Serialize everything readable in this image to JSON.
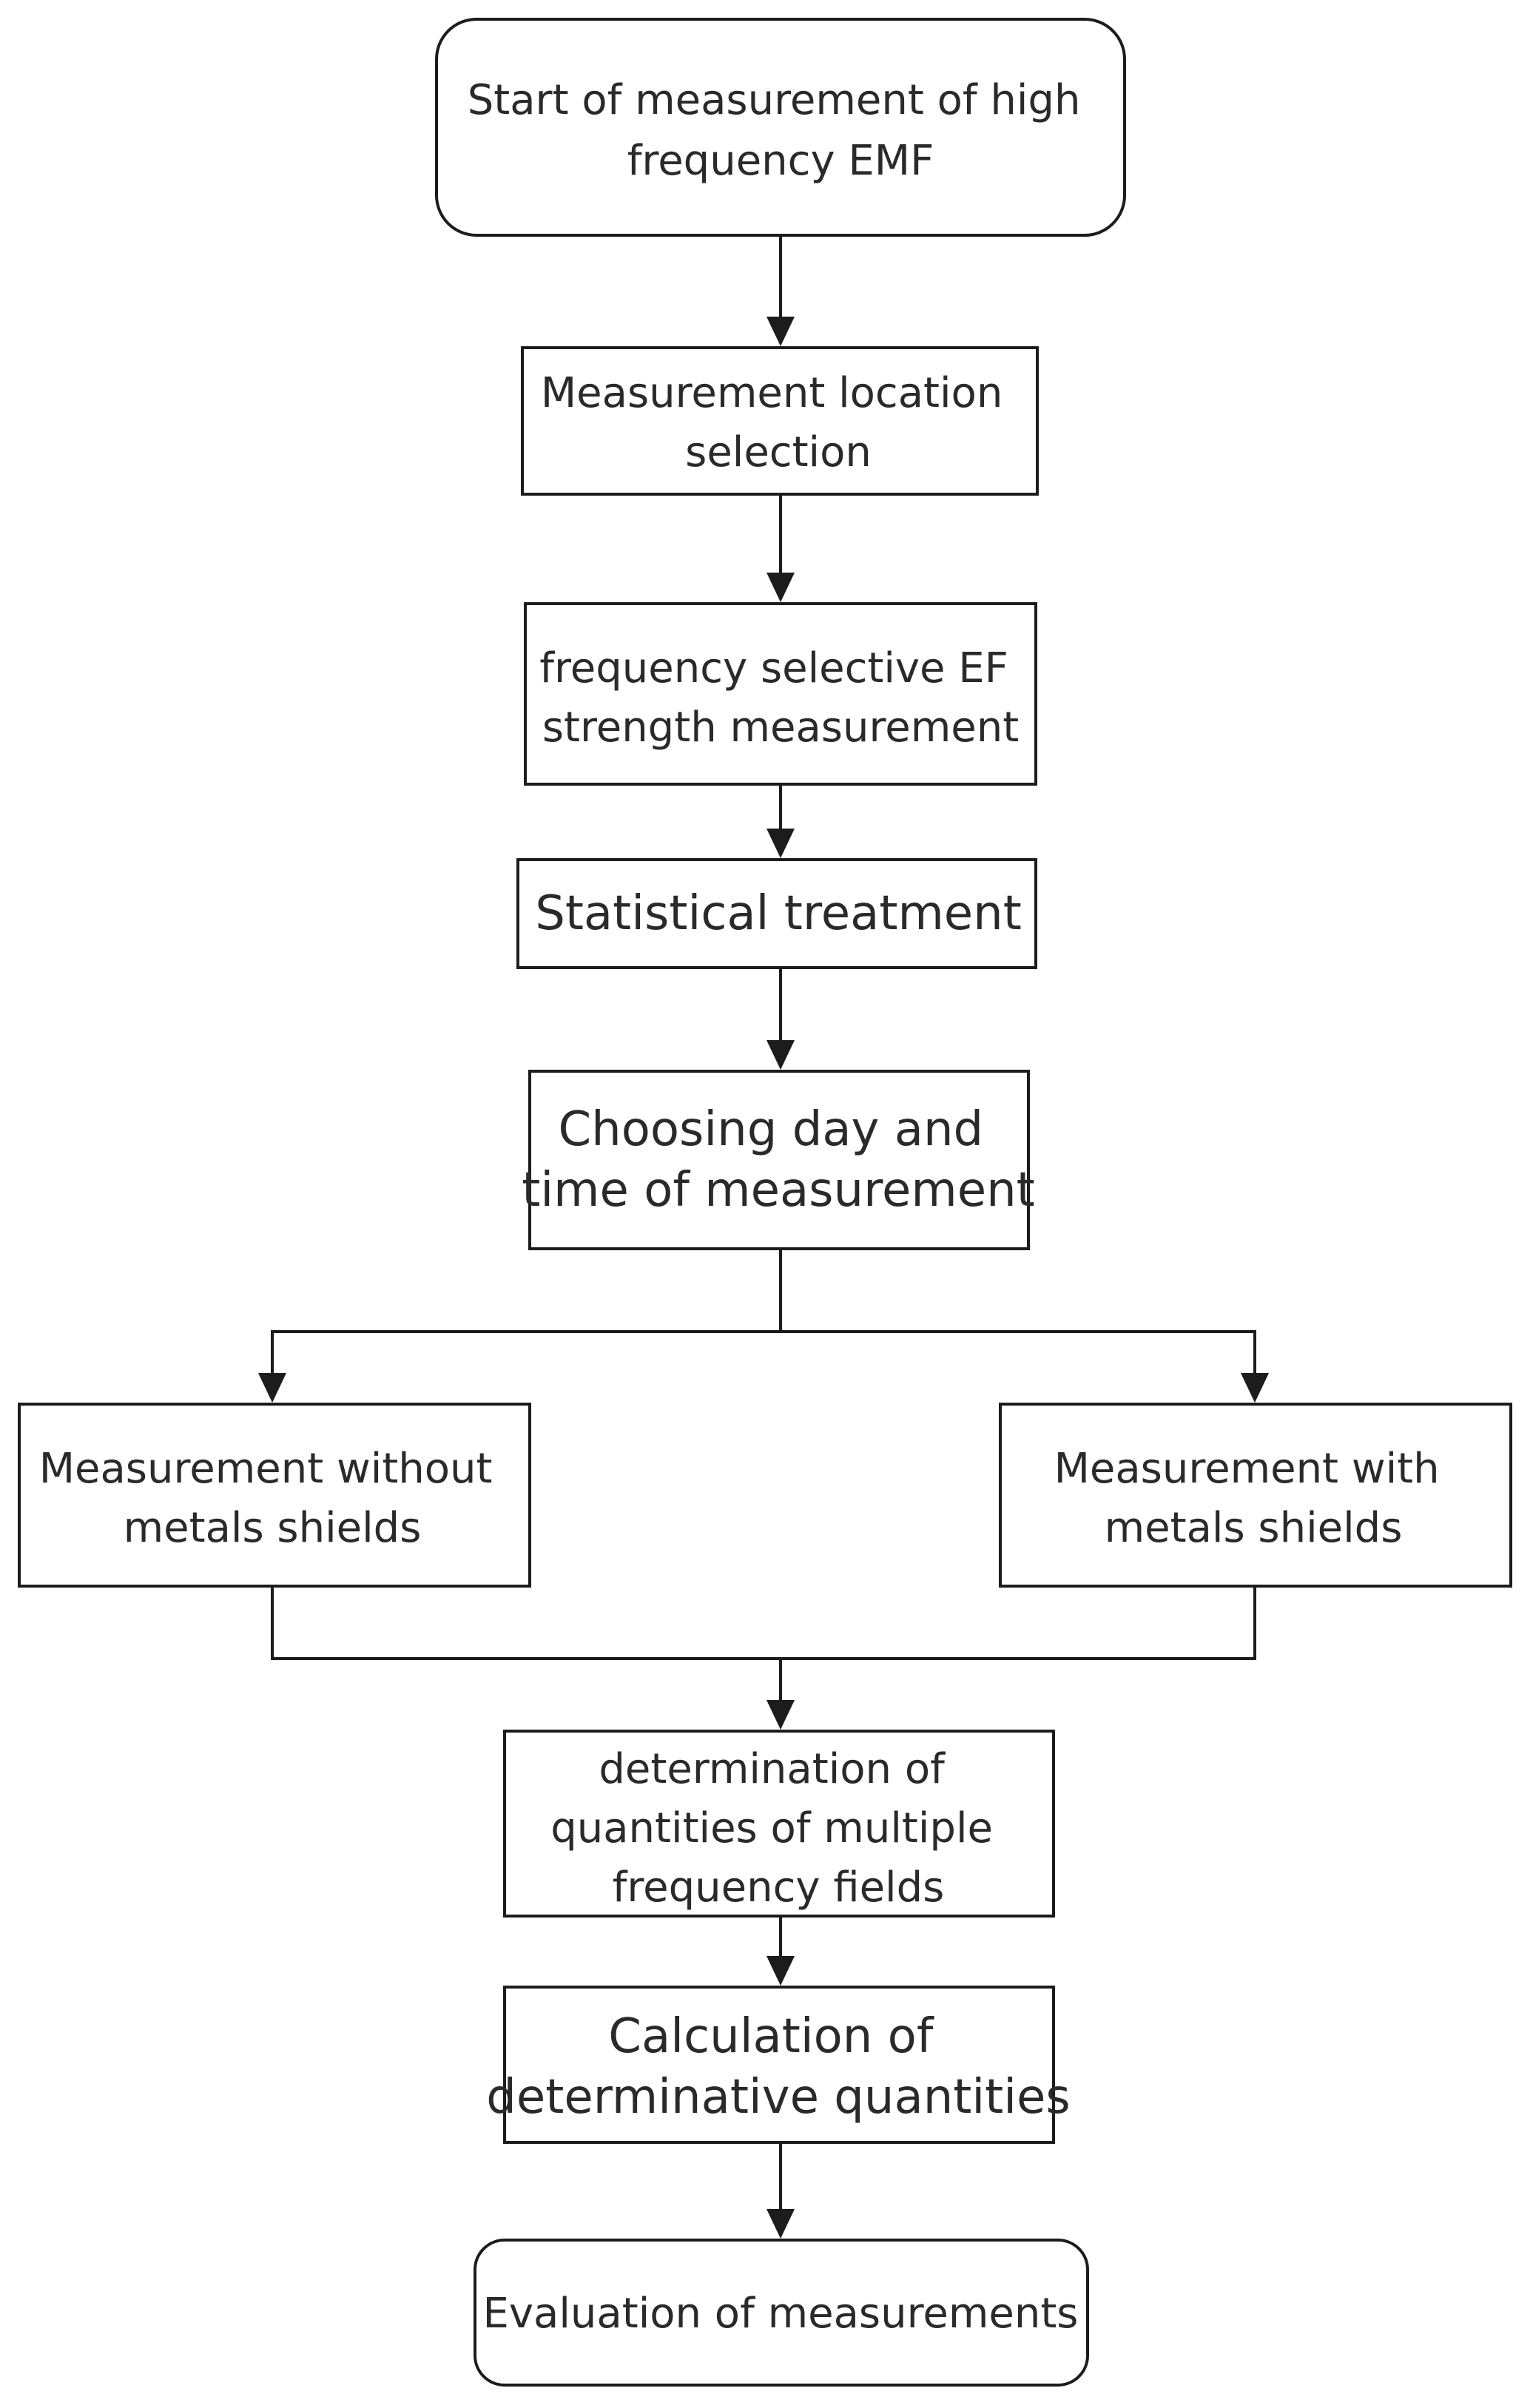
{
  "diagram": {
    "nodes": {
      "start": {
        "lines": [
          "Start of measurement of high",
          "frequency EMF"
        ]
      },
      "location": {
        "lines": [
          "Measurement location",
          "selection"
        ]
      },
      "ef_measure": {
        "lines": [
          "frequency selective EF",
          "strength measurement"
        ]
      },
      "statistical": {
        "lines": [
          "Statistical treatment"
        ]
      },
      "choosing": {
        "lines": [
          "Choosing day and",
          "time of measurement"
        ]
      },
      "without": {
        "lines": [
          "Measurement without",
          "metals shields"
        ]
      },
      "with": {
        "lines": [
          "Measurement with",
          "metals shields"
        ]
      },
      "quantities": {
        "lines": [
          "determination of",
          "quantities of multiple",
          "frequency fields"
        ]
      },
      "calculation": {
        "lines": [
          "Calculation of",
          "determinative quantities"
        ]
      },
      "evaluation": {
        "lines": [
          "Evaluation of measurements"
        ]
      }
    }
  }
}
